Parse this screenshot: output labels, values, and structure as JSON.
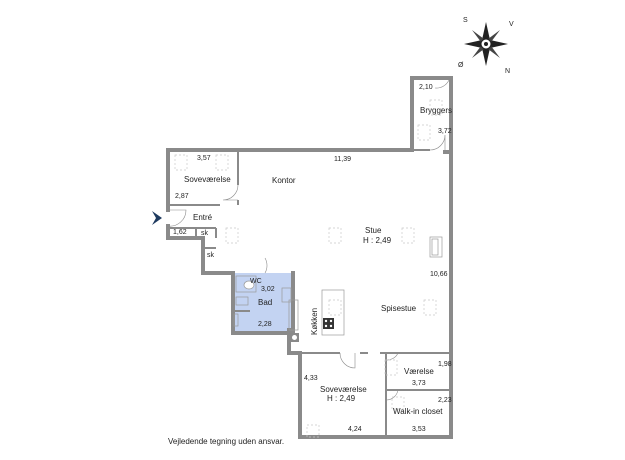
{
  "rooms": {
    "bryggers": {
      "name": "Bryggers",
      "dim_top": "2,10",
      "dim_side": "3,72"
    },
    "sovevaerelse_1": {
      "name": "Soveværelse",
      "dim_top": "3,57",
      "dim_side": "2,87"
    },
    "kontor": {
      "name": "Kontor",
      "dim": "11,39"
    },
    "entre": {
      "name": "Entré",
      "dim": "1,62",
      "sk": "sk"
    },
    "gang": {
      "sk": "sk"
    },
    "stue": {
      "name": "Stue",
      "height": "H : 2,49",
      "dim": "10,66"
    },
    "bad": {
      "name": "Bad",
      "dim_top": "3,02",
      "dim_side": "2,28",
      "wc": "WC"
    },
    "kokken": {
      "name": "Køkken"
    },
    "spisestue": {
      "name": "Spisestue"
    },
    "vaerelse": {
      "name": "Værelse",
      "dim_top": "1,98",
      "dim_side": "3,73"
    },
    "sovevaerelse_2": {
      "name": "Soveværelse",
      "height": "H : 2,49",
      "dim_side": "4,33",
      "dim_bottom": "4,24"
    },
    "walkin": {
      "name": "Walk-in closet",
      "dim_top": "2,23",
      "dim_bottom": "3,53"
    }
  },
  "compass": {
    "s": "S",
    "v": "V",
    "o": "Ø",
    "n": "N"
  },
  "disclaimer": "Vejledende tegning uden ansvar.",
  "colors": {
    "wall": "#8a8a8a",
    "bathroom": "#c3d3f2",
    "entry_arrow": "#1e3a5f"
  }
}
